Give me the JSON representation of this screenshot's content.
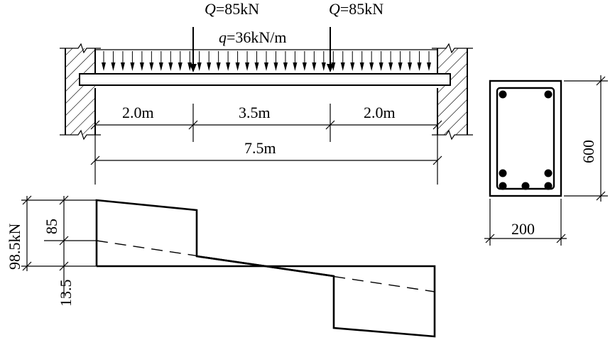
{
  "loads": {
    "point_load_left": {
      "symbol": "Q",
      "value": "=85kN"
    },
    "point_load_right": {
      "symbol": "Q",
      "value": "=85kN"
    },
    "distributed_load": {
      "symbol": "q",
      "value": "=36kN/m"
    }
  },
  "dimensions": {
    "left_segment": "2.0m",
    "middle_segment": "3.5m",
    "right_segment": "2.0m",
    "total_span": "7.5m"
  },
  "section": {
    "height": "600",
    "width": "200",
    "top_bars": 2,
    "bottom_bars_row1": 3,
    "bottom_bars_row2": 2
  },
  "shear_diagram": {
    "max_label": "98.5kN",
    "step_label": "85",
    "small_label": "13.5"
  }
}
